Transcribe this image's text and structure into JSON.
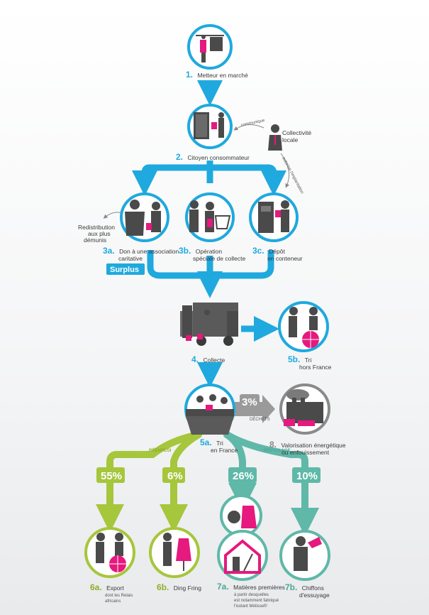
{
  "colors": {
    "blue": "#1fa9de",
    "green": "#a6c63c",
    "teal": "#5fb8a8",
    "grey": "#8a8a8a",
    "magenta": "#e5197e",
    "dark": "#4a4a4a"
  },
  "nodes": {
    "n1": {
      "num": "1.",
      "line1": "Metteur en marché",
      "line2": "",
      "line3": ""
    },
    "n2": {
      "num": "2.",
      "line1": "Citoyen consommateur",
      "line2": "",
      "line3": ""
    },
    "n3a": {
      "num": "3a.",
      "line1": "Don à une association",
      "line2": "caritative",
      "line3": ""
    },
    "n3b": {
      "num": "3b.",
      "line1": "Opération",
      "line2": "spéciale de collecte",
      "line3": ""
    },
    "n3c": {
      "num": "3c.",
      "line1": "Dépôt",
      "line2": "en conteneur",
      "line3": ""
    },
    "n4": {
      "num": "4.",
      "line1": "Collecte",
      "line2": "",
      "line3": ""
    },
    "n5a": {
      "num": "5a.",
      "line1": "Tri",
      "line2": "en France",
      "line3": ""
    },
    "n5b": {
      "num": "5b.",
      "line1": "Tri",
      "line2": "hors France",
      "line3": ""
    },
    "n6a": {
      "num": "6a.",
      "line1": "Export",
      "line2": "dont les Relais",
      "line3": "africains"
    },
    "n6b": {
      "num": "6b.",
      "line1": "Ding Fring",
      "line2": "",
      "line3": ""
    },
    "n7a": {
      "num": "7a.",
      "line1": "Matières premières",
      "line2": "à partir desquelles",
      "line3": "est notamment fabriqué"
    },
    "n7a_extra": "l'isolant Métisse®",
    "n7b": {
      "num": "7b.",
      "line1": "Chiffons",
      "line2": "d'essuyage",
      "line3": ""
    },
    "n8": {
      "num": "8.",
      "line1": "Valorisation énergétique",
      "line2": "ou enfouissement",
      "line3": ""
    }
  },
  "collectivite": {
    "line1": "Collectivité",
    "line2": "locale",
    "arrow1": "communique",
    "arrow2": "autorise l'implantation"
  },
  "redistribution": {
    "line1": "Redistribution",
    "line2": "aux plus",
    "line3": "démunis"
  },
  "surplus": "Surplus",
  "flows": {
    "dechets_pct": "3%",
    "dechets_label": "DÉCHETS",
    "reemploi_label": "RÉEMPLOI",
    "recyclage_label": "RECYCLAGE",
    "p6a": "55%",
    "p6b": "6%",
    "p7a": "26%",
    "p7b": "10%"
  },
  "icons": {
    "n1": "clothing-rack-icon",
    "n2": "wardrobe-icon",
    "n3a": "handover-icon",
    "n3b": "collection-cart-icon",
    "n3c": "container-icon",
    "n4": "truck-icon",
    "n5a": "sorting-table-icon",
    "n5b": "handshake-globe-icon",
    "n6a": "handshake-globe-icon",
    "n6b": "dress-shop-icon",
    "n7a": "house-insulation-icon",
    "n7b": "rag-icon",
    "n8": "factory-icon"
  }
}
